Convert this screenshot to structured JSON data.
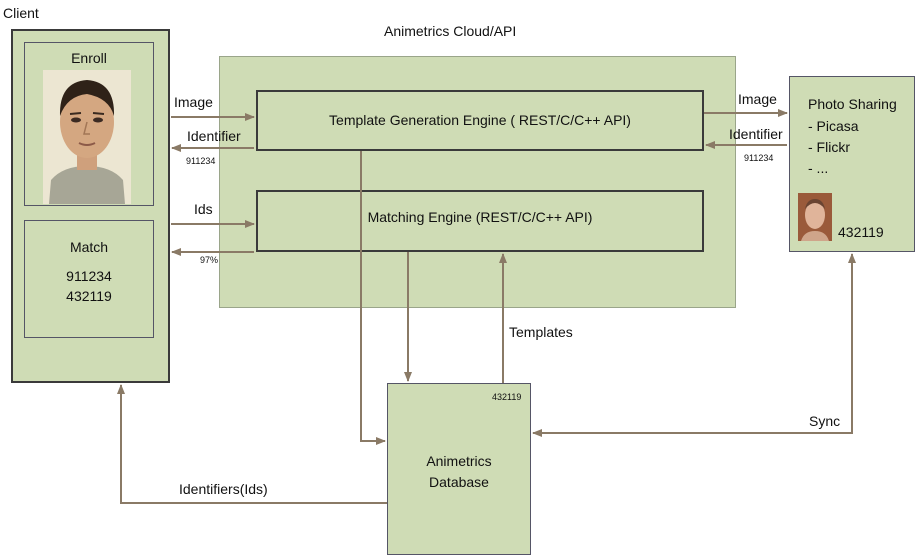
{
  "client": {
    "title": "Client",
    "enroll_label": "Enroll",
    "match_label": "Match",
    "match_ids": [
      "911234",
      "432119"
    ]
  },
  "cloud": {
    "title": "Animetrics Cloud/API",
    "template_engine": "Template Generation Engine ( REST/C/C++ API)",
    "matching_engine": "Matching Engine (REST/C/C++ API)"
  },
  "photo_sharing": {
    "title": "Photo Sharing",
    "items": [
      "- Picasa",
      "- Flickr",
      "- ..."
    ],
    "id": "432119"
  },
  "database": {
    "label_line1": "Animetrics",
    "label_line2": "Database",
    "id": "432119"
  },
  "flows": {
    "client_image": "Image",
    "client_identifier": "Identifier",
    "client_identifier_value": "911234",
    "client_ids": "Ids",
    "client_score": "97%",
    "ps_image": "Image",
    "ps_identifier": "Identifier",
    "ps_identifier_value": "911234",
    "templates": "Templates",
    "sync": "Sync",
    "identifiers_ids": "Identifiers(Ids)"
  },
  "colors": {
    "box_fill": "#cfdcb5",
    "arrow": "#8a7a66",
    "skin": "#d8b08a"
  }
}
